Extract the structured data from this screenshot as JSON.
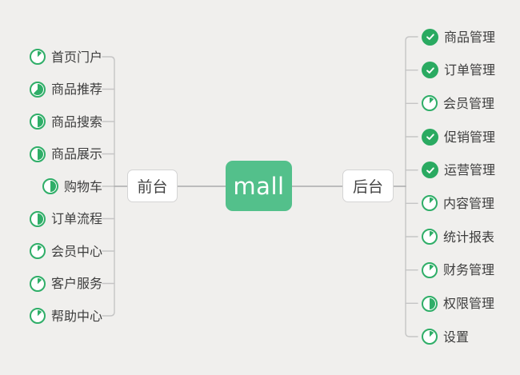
{
  "root": {
    "label": "mall",
    "bg": "#53c08b",
    "text_color": "#ffffff"
  },
  "branches": {
    "left": {
      "node": {
        "label": "前台"
      },
      "items": [
        {
          "label": "首页门户",
          "marker": "pie",
          "progress": 12.5
        },
        {
          "label": "商品推荐",
          "marker": "pie",
          "progress": 62.5
        },
        {
          "label": "商品搜索",
          "marker": "pie",
          "progress": 50
        },
        {
          "label": "商品展示",
          "marker": "pie",
          "progress": 50
        },
        {
          "label": "购物车",
          "marker": "pie",
          "progress": 50
        },
        {
          "label": "订单流程",
          "marker": "pie",
          "progress": 50
        },
        {
          "label": "会员中心",
          "marker": "pie",
          "progress": 12.5
        },
        {
          "label": "客户服务",
          "marker": "pie",
          "progress": 12.5
        },
        {
          "label": "帮助中心",
          "marker": "pie",
          "progress": 12.5
        }
      ]
    },
    "right": {
      "node": {
        "label": "后台"
      },
      "items": [
        {
          "label": "商品管理",
          "marker": "done"
        },
        {
          "label": "订单管理",
          "marker": "done"
        },
        {
          "label": "会员管理",
          "marker": "pie",
          "progress": 12.5
        },
        {
          "label": "促销管理",
          "marker": "done"
        },
        {
          "label": "运营管理",
          "marker": "done"
        },
        {
          "label": "内容管理",
          "marker": "pie",
          "progress": 12.5
        },
        {
          "label": "统计报表",
          "marker": "pie",
          "progress": 12.5
        },
        {
          "label": "财务管理",
          "marker": "pie",
          "progress": 12.5
        },
        {
          "label": "权限管理",
          "marker": "pie",
          "progress": 50
        },
        {
          "label": "设置",
          "marker": "pie",
          "progress": 12.5
        }
      ]
    }
  },
  "colors": {
    "background": "#f0efed",
    "pie_green": "#2fae68",
    "done_green": "#2aaa61",
    "line": "#c5c5c5",
    "connector": "#ababab",
    "check_mark": "✓"
  }
}
